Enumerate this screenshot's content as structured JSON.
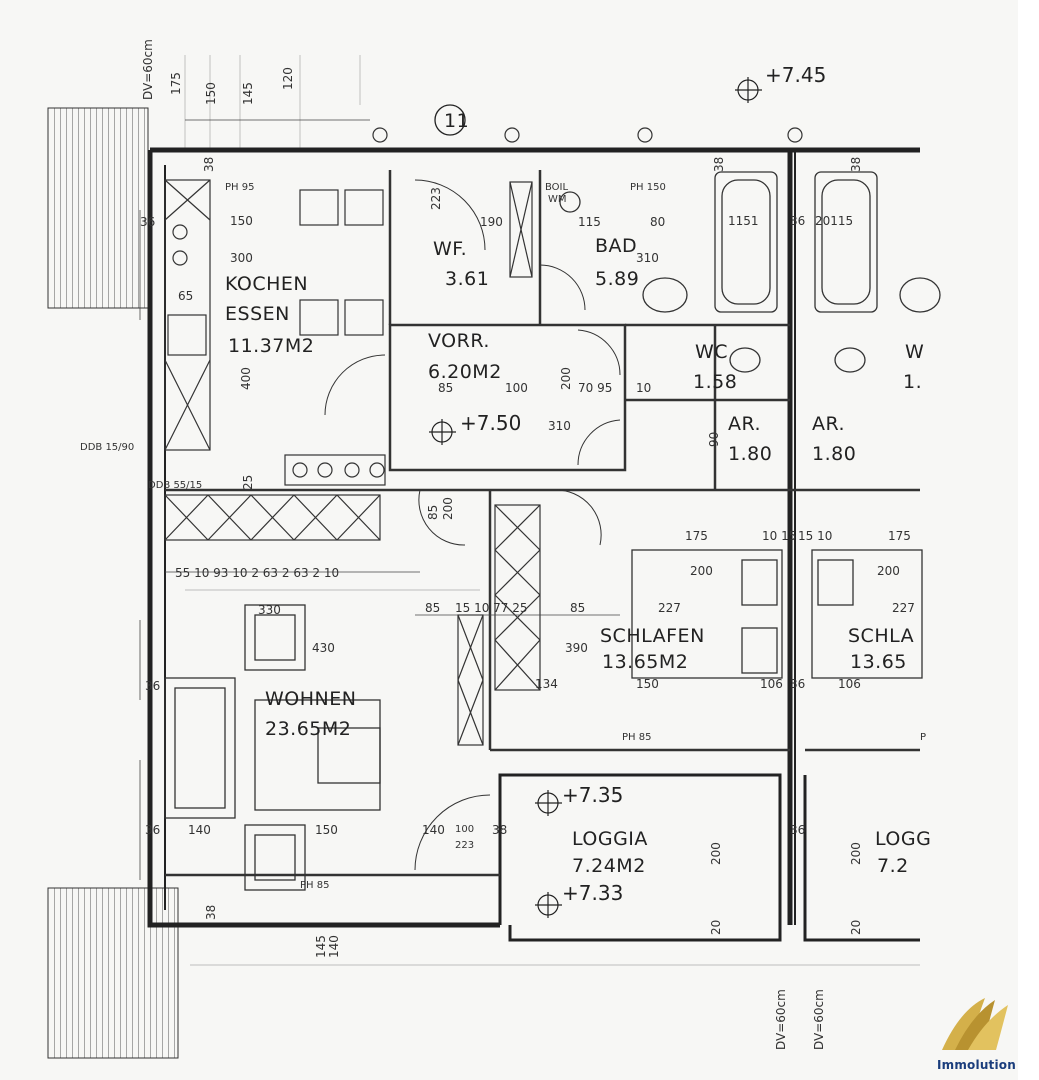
{
  "axis_label": "11",
  "levels": {
    "top": "+7.45",
    "hall": "+7.50",
    "loggia_top": "+7.35",
    "loggia_bottom": "+7.33"
  },
  "rooms": {
    "kochen": "KOCHEN",
    "essen": "ESSEN",
    "kochen_area": "11.37M2",
    "wf": "WF.",
    "wf_area": "3.61",
    "bad": "BAD",
    "bad_area": "5.89",
    "vorr": "VORR.",
    "vorr_area": "6.20M2",
    "wc": "WC",
    "wc_area": "1.58",
    "wc2": "W",
    "wc2_area": "1.",
    "ar1": "AR.",
    "ar1_area": "1.80",
    "ar2": "AR.",
    "ar2_area": "1.80",
    "schlafen": "SCHLAFEN",
    "schlafen_area": "13.65M2",
    "schla2": "SCHLA",
    "schla2_area": "13.65",
    "wohnen": "WOHNEN",
    "wohnen_area": "23.65M2",
    "loggia": "LOGGIA",
    "loggia_area": "7.24M2",
    "loggia2": "LOGG",
    "loggia2_area": "7.2"
  },
  "dimensions": {
    "dv_top": "DV=60cm",
    "d175": "175",
    "d150a": "150",
    "d145": "145",
    "d120": "120",
    "ph95": "PH 95",
    "ph150": "PH 150",
    "ph85a": "PH 85",
    "ph85b": "PH 85",
    "ph_right": "P",
    "d38a": "38",
    "d38b": "38",
    "d38c": "38",
    "d150b": "150",
    "d300": "300",
    "d400": "400",
    "d65": "65",
    "d36a": "36",
    "d190": "190",
    "d115": "115",
    "d80": "80",
    "d310a": "310",
    "d310b": "310",
    "d85a": "85",
    "d100": "100",
    "d200a": "200",
    "d7095": "70 95",
    "d10": "10",
    "ddb1590": "DDB 15/90",
    "ddb5515": "DDB 55/15",
    "d25": "25",
    "d175b": "175",
    "d1015": "10 15",
    "d1510": "15 10",
    "d175c": "175",
    "d200b": "200",
    "d200c": "200",
    "d227a": "227",
    "d227b": "227",
    "row_dims": "55 10   93 10   2 63 2 63 2  10",
    "d330": "330",
    "d430": "430",
    "d85b": "85",
    "d15107725": "15 10 77 25",
    "d85c": "85",
    "d390": "390",
    "d134": "134",
    "d150c": "150",
    "d106a": "106",
    "d106b": "106",
    "d36b": "36",
    "d36c": "36",
    "d36d": "36",
    "d36e": "36",
    "d140a": "140",
    "d150d": "150",
    "d140b": "140",
    "d100b": "100",
    "d223": "223",
    "d38d": "38",
    "d200d": "200",
    "d200e": "200",
    "d20a": "20",
    "d20b": "20",
    "d145b": "145",
    "d140c": "140",
    "d38e": "38",
    "dv_b1": "DV=60cm",
    "dv_b2": "DV=60cm",
    "door_8520": "85",
    "door_200": "200",
    "door_90": "90",
    "door_223": "223",
    "boiler": "BOIL",
    "wm": "WM",
    "d1151": "1151",
    "d36f": "36",
    "d20115": "20115"
  },
  "logo": {
    "text": "Immolution",
    "color_text": "#1a3d7c",
    "color_gold": "#c9a227"
  },
  "colors": {
    "line": "#2b2b2b",
    "paper": "#f7f7f5"
  }
}
